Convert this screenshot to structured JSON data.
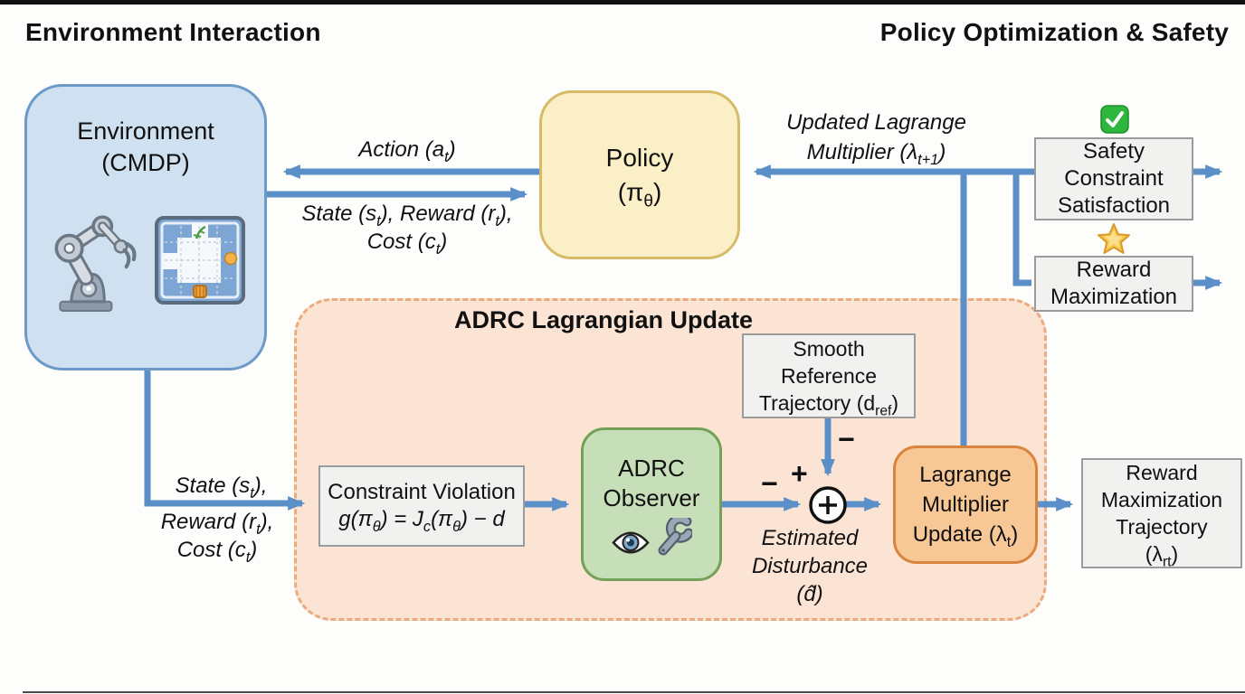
{
  "colors": {
    "arrow_blue": "#5b8fc8",
    "env_fill": "#cfe0f1",
    "env_border": "#6c9ac8",
    "policy_fill": "#faefc7",
    "policy_border": "#d8bb66",
    "adrc_fill": "#fce4d4",
    "adrc_border": "#eaab7e",
    "observer_fill": "#c7dfb8",
    "observer_border": "#74a058",
    "lagrange_fill": "#f7c795",
    "lagrange_border": "#d8843c",
    "gray_fill": "#f1f1ef",
    "gray_border": "#9b9b9b",
    "check_green": "#2eb63e",
    "star_gold": "#f7c948"
  },
  "headers": {
    "left": "Environment Interaction",
    "right": "Policy Optimization & Safety"
  },
  "environment": {
    "line1": "Environment",
    "line2": "(CMDP)",
    "icons": [
      "robot-arm",
      "grid-world"
    ]
  },
  "policy": {
    "line1": "Policy",
    "symbol": [
      {
        "t": "(π"
      },
      {
        "s": "θ"
      },
      {
        "t": ")"
      }
    ]
  },
  "edges": {
    "action": [
      {
        "t": "Action (a"
      },
      {
        "s": "t"
      },
      {
        "t": ")"
      }
    ],
    "state_reward": [
      {
        "t": "State (s"
      },
      {
        "s": "t"
      },
      {
        "t": "), Reward (r"
      },
      {
        "s": "t"
      },
      {
        "t": "),"
      }
    ],
    "cost": [
      {
        "t": "Cost (c"
      },
      {
        "s": "t"
      },
      {
        "t": ")"
      }
    ],
    "updated_lagrange_line1": "Updated Lagrange",
    "updated_lagrange_line2": [
      {
        "t": "Multiplier (λ"
      },
      {
        "s": "t+1"
      },
      {
        "t": ")"
      }
    ],
    "feed_line1": [
      {
        "t": "State (s"
      },
      {
        "s": "t"
      },
      {
        "t": "),"
      }
    ],
    "feed_line2": [
      {
        "t": "Reward (r"
      },
      {
        "s": "t"
      },
      {
        "t": "),"
      }
    ],
    "feed_line3": [
      {
        "t": "Cost (c"
      },
      {
        "s": "t"
      },
      {
        "t": ")"
      }
    ],
    "minus_top": "−",
    "minus_left": "−",
    "plus_left": "+"
  },
  "adrc_region": {
    "title": "ADRC Lagrangian Update"
  },
  "constraint_violation": {
    "line1": "Constraint Violation",
    "equation": [
      {
        "t": "g(π"
      },
      {
        "s": "θ"
      },
      {
        "t": ") = J"
      },
      {
        "s": "c"
      },
      {
        "t": "(π"
      },
      {
        "s": "θ"
      },
      {
        "t": ") − d"
      }
    ]
  },
  "observer": {
    "line1": "ADRC",
    "line2": "Observer",
    "icons": [
      "eye",
      "wrench"
    ]
  },
  "smooth_reference": {
    "line1": "Smooth",
    "line2": "Reference",
    "line3": [
      {
        "t": "Trajectory (d"
      },
      {
        "s": "ref"
      },
      {
        "t": ")"
      }
    ]
  },
  "estimated_disturbance": {
    "line1": "Estimated",
    "line2": "Disturbance",
    "line3": "(d̂)"
  },
  "lagrange_update": {
    "line1": "Lagrange",
    "line2": "Multiplier",
    "line3": [
      {
        "t": "Update (λ"
      },
      {
        "s": "t"
      },
      {
        "t": ")"
      }
    ]
  },
  "outputs": {
    "safety": {
      "lines": [
        "Safety",
        "Constraint",
        "Satisfaction"
      ],
      "icon": "check"
    },
    "reward": {
      "lines": [
        "Reward",
        "Maximization"
      ],
      "icon": "star"
    },
    "trajectory": {
      "lines": [
        "Reward",
        "Maximization",
        "Trajectory"
      ],
      "symbol": [
        {
          "t": "(λ"
        },
        {
          "s": "rt"
        },
        {
          "t": ")"
        }
      ]
    }
  }
}
